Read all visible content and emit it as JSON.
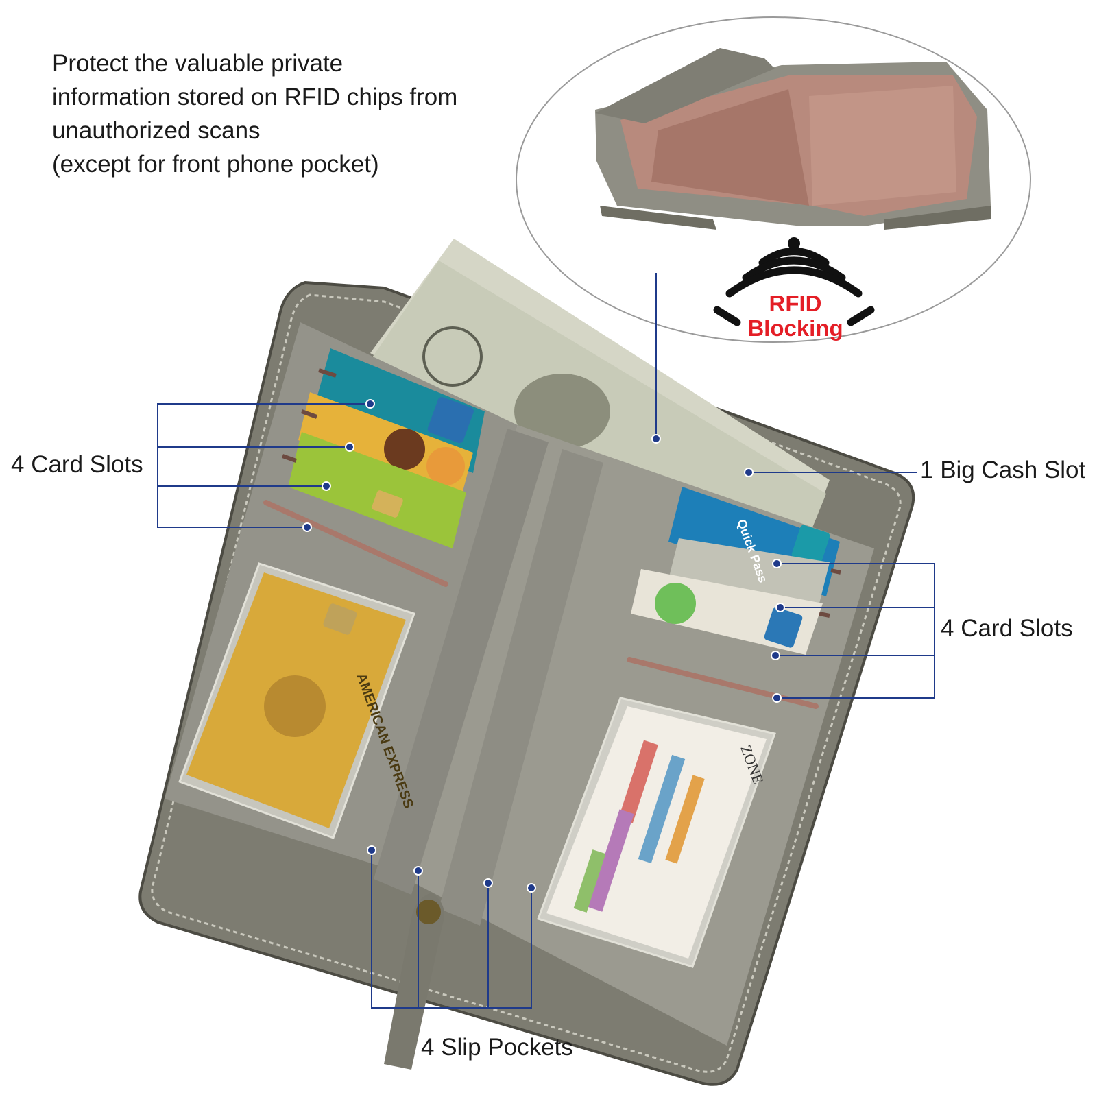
{
  "intro": {
    "lines": [
      "Protect the valuable private",
      "information stored on RFID chips from",
      "unauthorized scans",
      "(except for front phone pocket)"
    ]
  },
  "rfid": {
    "line1": "RFID",
    "line2": "Blocking"
  },
  "callouts": {
    "left_card_slots": "4 Card Slots",
    "right_card_slots": "4 Card Slots",
    "cash_slot": "1 Big Cash Slot",
    "slip_pockets": "4 Slip Pockets"
  },
  "card_texts": {
    "amex": "AMERICAN EXPRESS",
    "quick_pass": "Quick Pass",
    "zone": "ZONE"
  },
  "colors": {
    "leather": "#8d8c80",
    "leather_dark": "#6f6e63",
    "lining": "#b8857a",
    "callout_line": "#1f3a8a",
    "rfid_red": "#e41e26",
    "gold_card": "#d8a93a"
  }
}
